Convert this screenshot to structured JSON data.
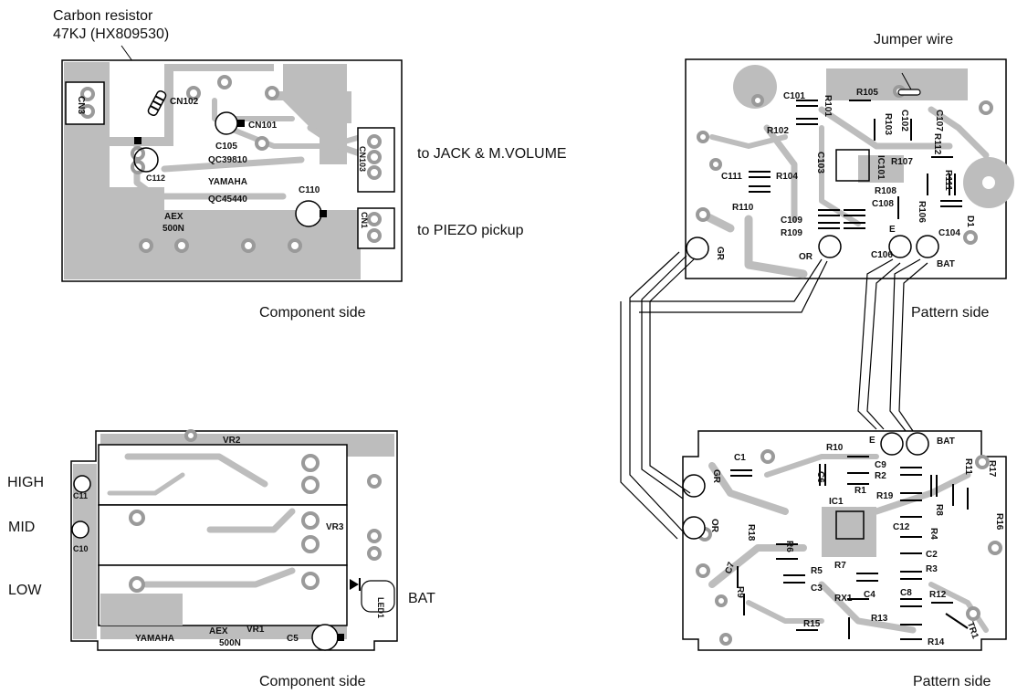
{
  "colors": {
    "copper": "#bdbdbd",
    "ink": "#111111",
    "board": "#ffffff"
  },
  "top_left": {
    "callout": [
      "Carbon resistor",
      "47KJ (HX809530)"
    ],
    "board_text": {
      "cn3": "CN3",
      "cn102": "CN102",
      "cn101": "CN101",
      "c105": "C105",
      "qc39810": "QC39810",
      "c112": "C112",
      "yamaha": "YAMAHA",
      "qc45440": "QC45440",
      "c110": "C110",
      "aex": "AEX",
      "model": "500N",
      "cn103": "CN103",
      "cn1": "CN1"
    },
    "to_jack": "to JACK & M.VOLUME",
    "to_piezo": "to PIEZO pickup",
    "caption": "Component side"
  },
  "bottom_left": {
    "high": "HIGH",
    "mid": "MID",
    "low": "LOW",
    "bat": "BAT",
    "board_text": {
      "vr2": "VR2",
      "vr3": "VR3",
      "vr1": "VR1",
      "c11": "C11",
      "c10": "C10",
      "led1": "LED1",
      "c5": "C5",
      "yamaha": "YAMAHA",
      "aex": "AEX",
      "model": "500N"
    },
    "caption": "Component side"
  },
  "top_right": {
    "jumper": "Jumper wire",
    "caption": "Pattern side",
    "refs": [
      "C101",
      "R101",
      "R105",
      "R103",
      "C102",
      "C107",
      "R112",
      "R102",
      "C103",
      "IC101",
      "R107",
      "R111",
      "C111",
      "R104",
      "R110",
      "R108",
      "C108",
      "R106",
      "D1",
      "C109",
      "R109",
      "C106",
      "C104",
      "GR",
      "OR",
      "E",
      "BAT"
    ]
  },
  "bottom_right": {
    "caption": "Pattern side",
    "refs": [
      "R10",
      "E",
      "BAT",
      "C1",
      "C6",
      "C9",
      "R2",
      "R1",
      "R19",
      "R11",
      "R17",
      "GR",
      "IC1",
      "R8",
      "R16",
      "C12",
      "R4",
      "OR",
      "R18",
      "R6",
      "C7",
      "C2",
      "R5",
      "R3",
      "R9",
      "C3",
      "R7",
      "RX1",
      "C4",
      "C8",
      "R12",
      "R15",
      "R13",
      "TR1",
      "R14"
    ]
  }
}
